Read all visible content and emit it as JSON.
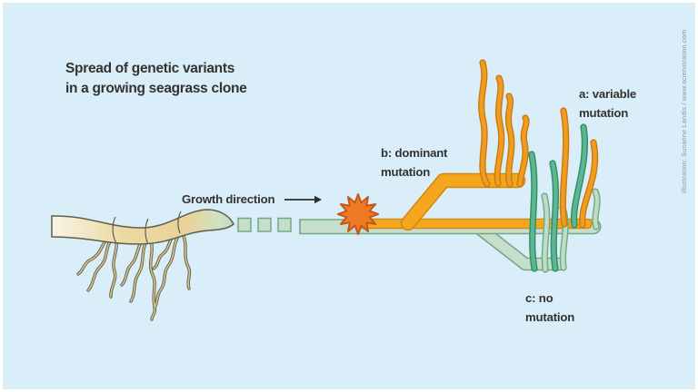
{
  "title": {
    "line1": "Spread of genetic variants",
    "line2": "in a growing seagrass clone"
  },
  "growth_direction": {
    "label": "Growth direction"
  },
  "annotations": {
    "a": {
      "line1": "a: variable",
      "line2": "mutation"
    },
    "b": {
      "line1": "b: dominant",
      "line2": "mutation"
    },
    "c": {
      "line1": "c: no",
      "line2": "mutation"
    }
  },
  "credit": "Illustration: Susanne Landis / www.scienstration.com",
  "colors": {
    "background": "#D9EEF8",
    "frame": "#FFFFFF",
    "text": "#333332",
    "credit_text": "#8496A4",
    "arrow": "#2F2F2E",
    "rhizome_outline": "#5F5F4C",
    "root_hair_core": "#D9C189",
    "clone_green_fill": "#C6DFCD",
    "clone_green_outline": "#74A883",
    "mutation_orange_fill": "#F4A71C",
    "mutation_orange_outline": "#D0880E",
    "star_fill": "#EE7B23",
    "star_outline": "#C3571B",
    "leaf_orange": "#F19C20",
    "leaf_orange_outline": "#C87B12",
    "leaf_teal": "#5FB591",
    "leaf_teal_outline": "#2E8F66",
    "leaf_pale": "#BFDCC6",
    "leaf_pale_outline": "#6FA884"
  }
}
